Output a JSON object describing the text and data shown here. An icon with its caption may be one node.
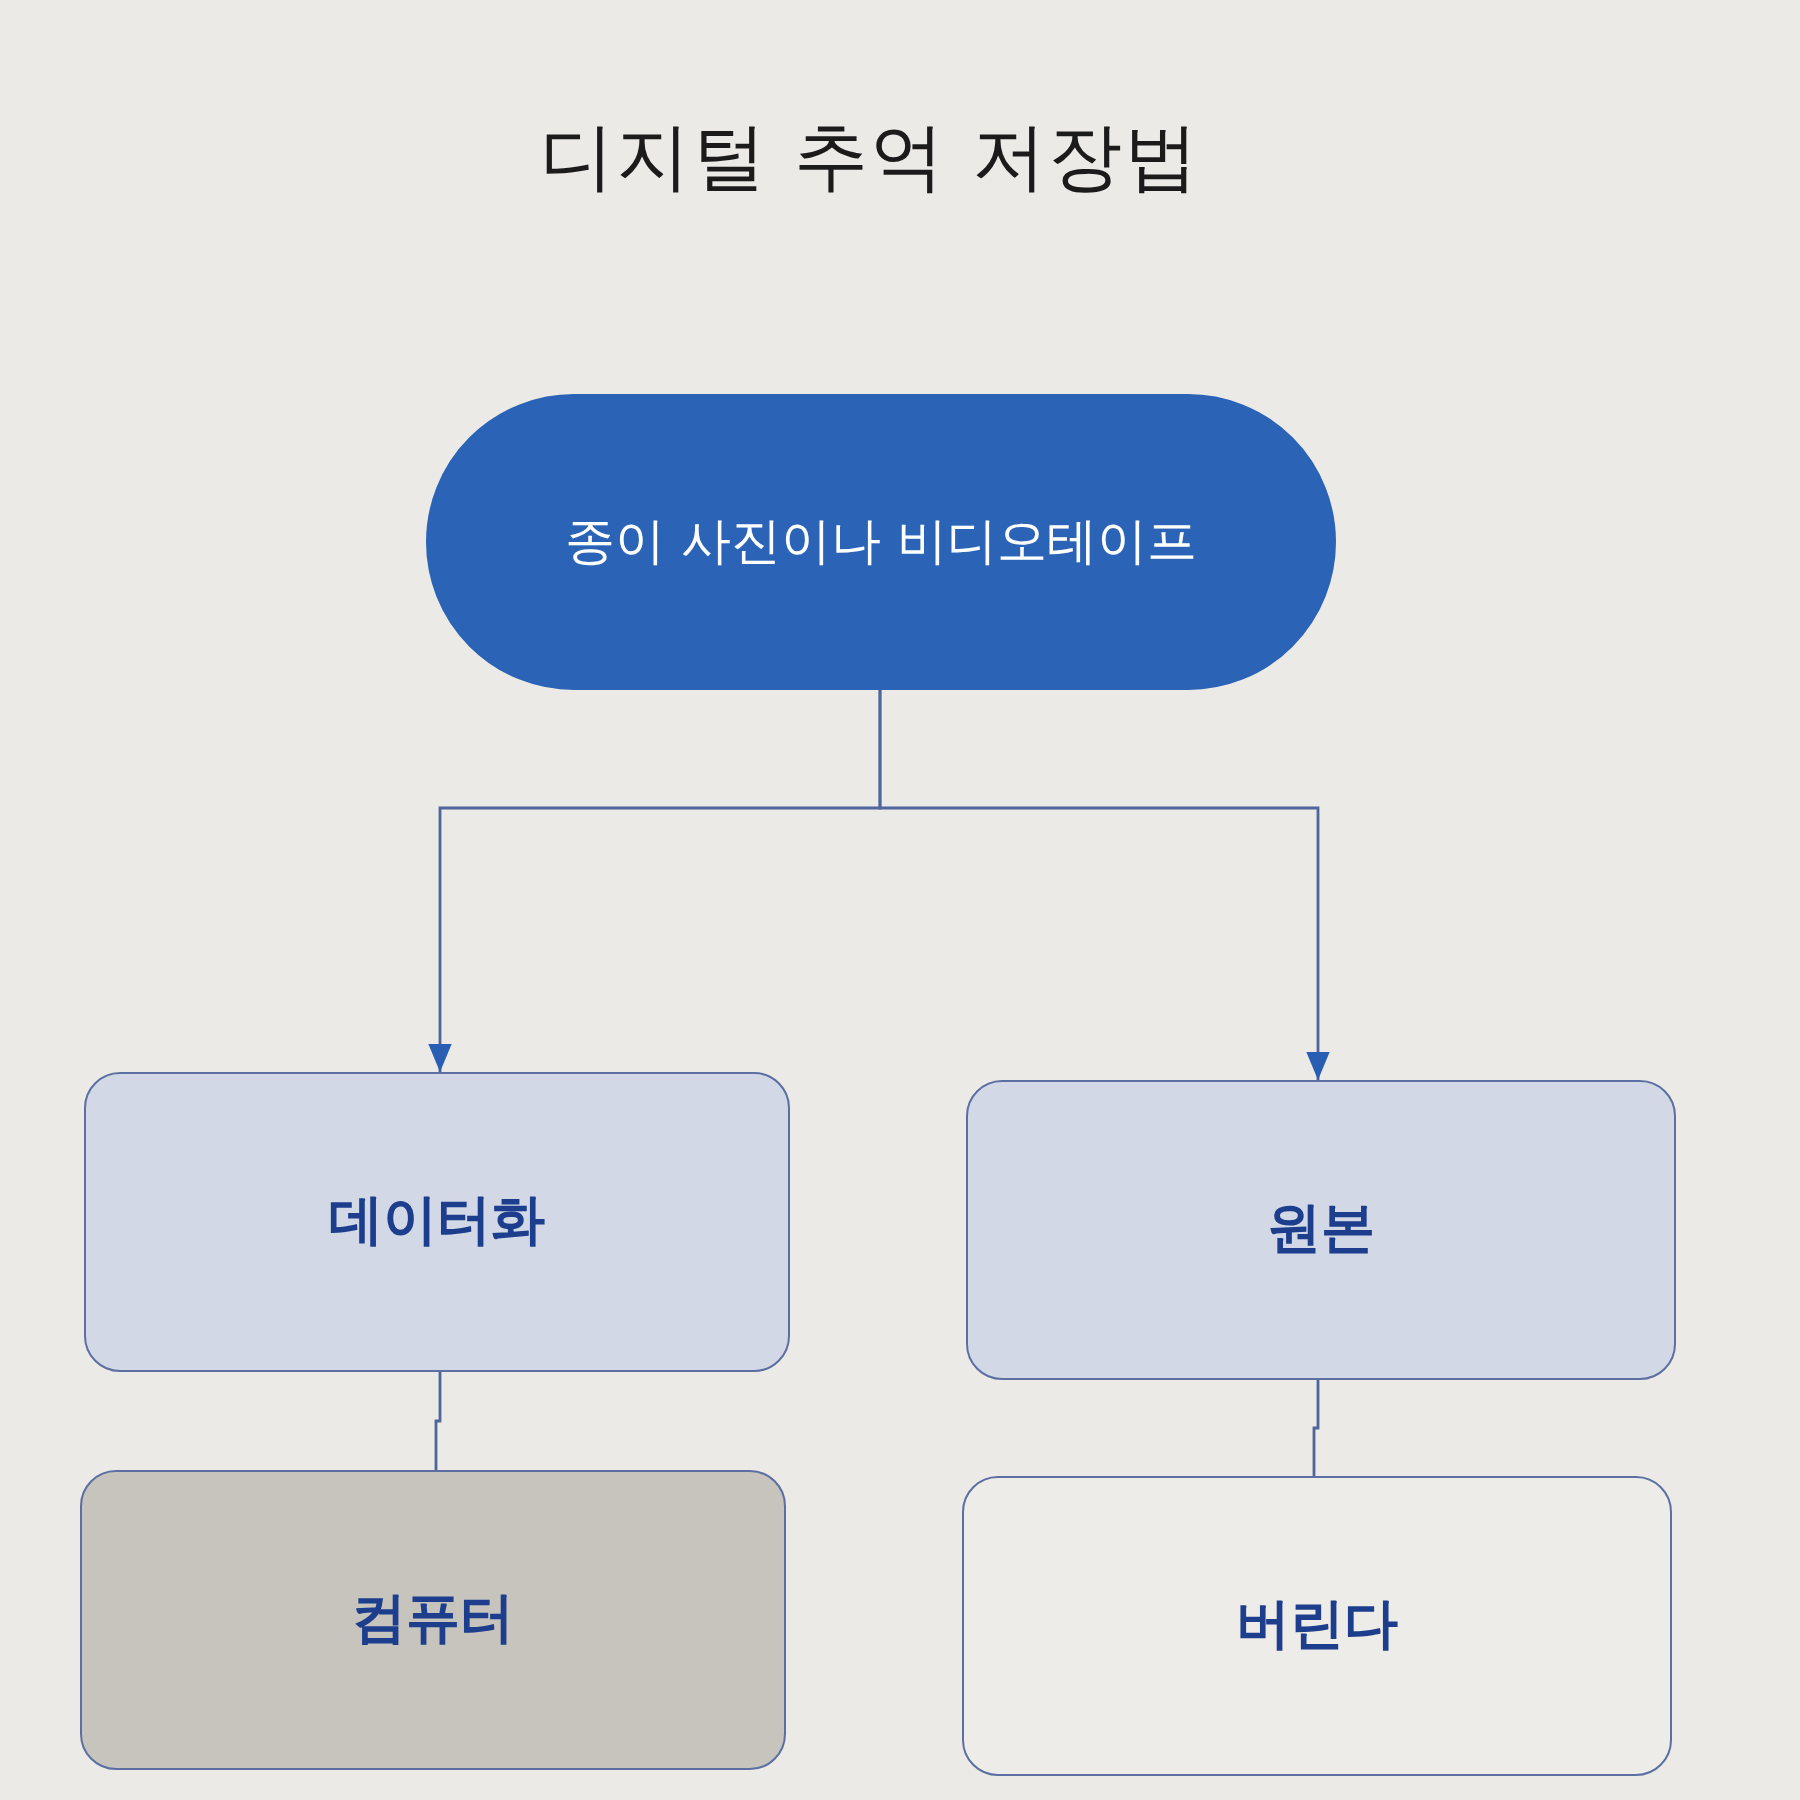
{
  "diagram": {
    "title": "디지털 추억 저장법",
    "nodes": [
      {
        "text": [
          "종이 사진이나 비디오테이프"
        ]
      },
      {
        "text": [
          "데이터화"
        ]
      },
      {
        "text": [
          "원본"
        ]
      },
      {
        "text": [
          "컴퓨터"
        ]
      },
      {
        "text": [
          "버린다"
        ]
      }
    ],
    "edges": [
      {
        "from": 0,
        "to": 1,
        "arrow": "to"
      },
      {
        "from": 0,
        "to": 2,
        "arrow": "to"
      },
      {
        "from": 1,
        "to": 3,
        "arrow": "none"
      },
      {
        "from": 2,
        "to": 4,
        "arrow": "none"
      }
    ]
  }
}
